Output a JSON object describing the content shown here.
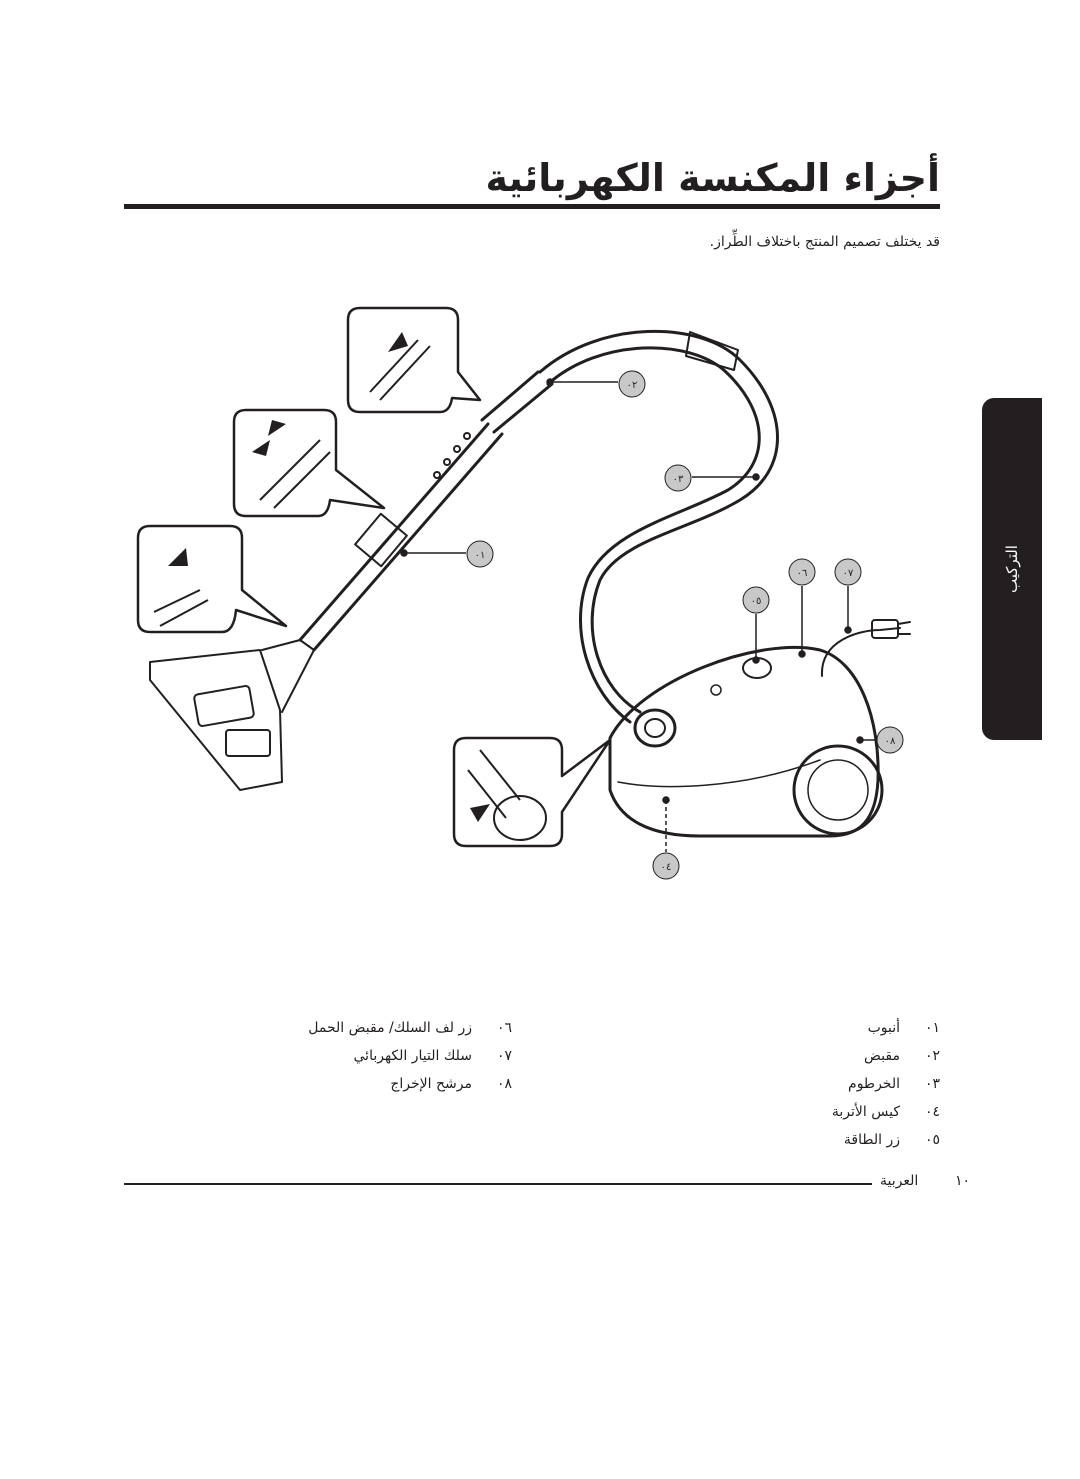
{
  "title": "أجزاء المكنسة الكهربائية",
  "subtitle": "قد يختلف تصميم المنتج باختلاف الطِّراز.",
  "side_tab": "التركيب",
  "callouts": [
    "٠١",
    "٠٢",
    "٠٣",
    "٠٤",
    "٠٥",
    "٠٦",
    "٠٧",
    "٠٨"
  ],
  "parts_right": [
    {
      "num": "٠١",
      "label": "أنبوب"
    },
    {
      "num": "٠٢",
      "label": "مقبض"
    },
    {
      "num": "٠٣",
      "label": "الخرطوم"
    },
    {
      "num": "٠٤",
      "label": "كيس الأتربة"
    },
    {
      "num": "٠٥",
      "label": "زر الطاقة"
    }
  ],
  "parts_left": [
    {
      "num": "٠٦",
      "label": "زر لف السلك/ مقبض الحمل"
    },
    {
      "num": "٠٧",
      "label": "سلك التيار الكهربائي"
    },
    {
      "num": "٠٨",
      "label": "مرشح الإخراج"
    }
  ],
  "footer": {
    "label": "العربية",
    "page": "١٠"
  }
}
